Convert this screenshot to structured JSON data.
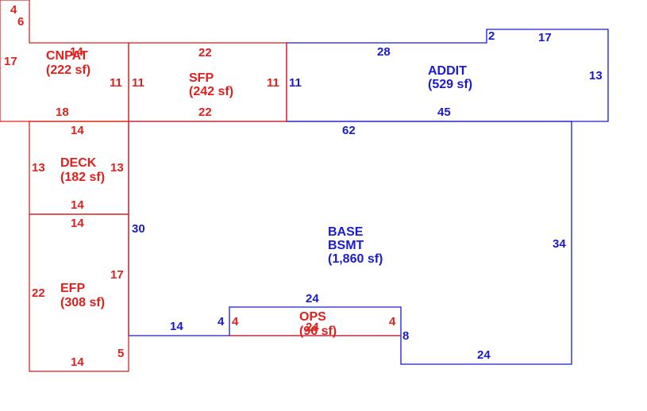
{
  "colors": {
    "red": "#e0201c",
    "blue": "#1a1ad0",
    "background": "#ffffff"
  },
  "areas": {
    "cnpat": {
      "name": "CNPAT",
      "size": "(222 sf)"
    },
    "sfp": {
      "name": "SFP",
      "size": "(242 sf)"
    },
    "addit": {
      "name": "ADDIT",
      "size": "(529 sf)"
    },
    "deck": {
      "name": "DECK",
      "size": "(182 sf)"
    },
    "efp": {
      "name": "EFP",
      "size": "(308 sf)"
    },
    "base": {
      "name_line1": "BASE",
      "name_line2": "BSMT",
      "size": "(1,860 sf)"
    },
    "ops": {
      "name": "OPS",
      "size": "(96 sf)"
    }
  },
  "dimensions": {
    "cnpat_notch_top": "4",
    "cnpat_notch_side": "6",
    "cnpat_top": "14",
    "cnpat_left": "17",
    "cnpat_right": "11",
    "cnpat_bottom": "18",
    "sfp_top": "22",
    "sfp_left": "11",
    "sfp_right": "11",
    "sfp_bottom": "22",
    "addit_top": "28",
    "addit_step_side": "2",
    "addit_step_top": "17",
    "addit_right": "13",
    "addit_left": "11",
    "addit_bottom": "45",
    "base_top": "62",
    "base_left": "30",
    "base_right": "34",
    "base_bottom": "24",
    "base_step_left_bottom": "14",
    "base_step_left_side": "4",
    "base_step_right_side": "8",
    "deck_top": "14",
    "deck_left": "13",
    "deck_right": "13",
    "deck_bottom": "14",
    "efp_top": "14",
    "efp_left": "22",
    "efp_right": "17",
    "efp_right_lower": "5",
    "efp_bottom": "14",
    "ops_top": "24",
    "ops_left": "4",
    "ops_right": "4",
    "ops_bottom": "24"
  }
}
